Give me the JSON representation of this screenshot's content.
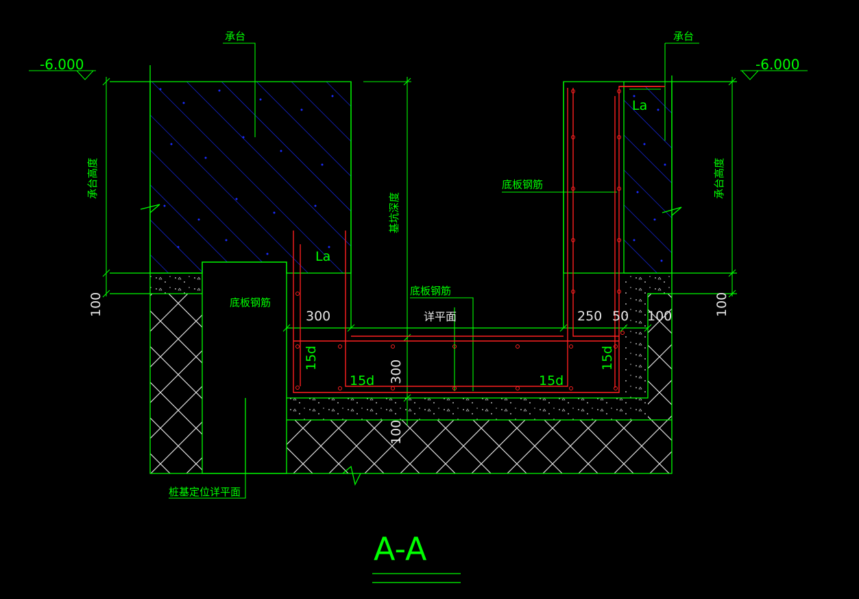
{
  "drawing": {
    "title": "A-A",
    "colors": {
      "background": "#000000",
      "outline": "#00ff00",
      "rebar": "#ff2020",
      "hatch": "#1020ff",
      "text_white": "#e6e6e6"
    },
    "levels": {
      "left": "-6.000",
      "right": "-6.000"
    },
    "labels": {
      "cap_left": "承台",
      "cap_right": "承台",
      "cap_height_left": "承台高度",
      "cap_height_right": "承台高度",
      "pit_depth": "基坑深度",
      "slab_rebar_left": "底板钢筋",
      "slab_rebar_center": "底板钢筋",
      "slab_rebar_right": "底板钢筋",
      "detail_plan": "详平面",
      "pile_detail": "桩基定位详平面",
      "la_left": "La",
      "la_right": "La"
    },
    "dims": {
      "d300_left": "300",
      "d250": "250",
      "d50": "50",
      "d100_right": "100",
      "d100_left_vert": "100",
      "d100_right_vert": "100",
      "d300_vert": "300",
      "d100_bottom_vert": "100",
      "d15d_left_vert": "15d",
      "d15d_left_horz": "15d",
      "d15d_right_horz": "15d",
      "d15d_right_vert": "15d"
    }
  }
}
